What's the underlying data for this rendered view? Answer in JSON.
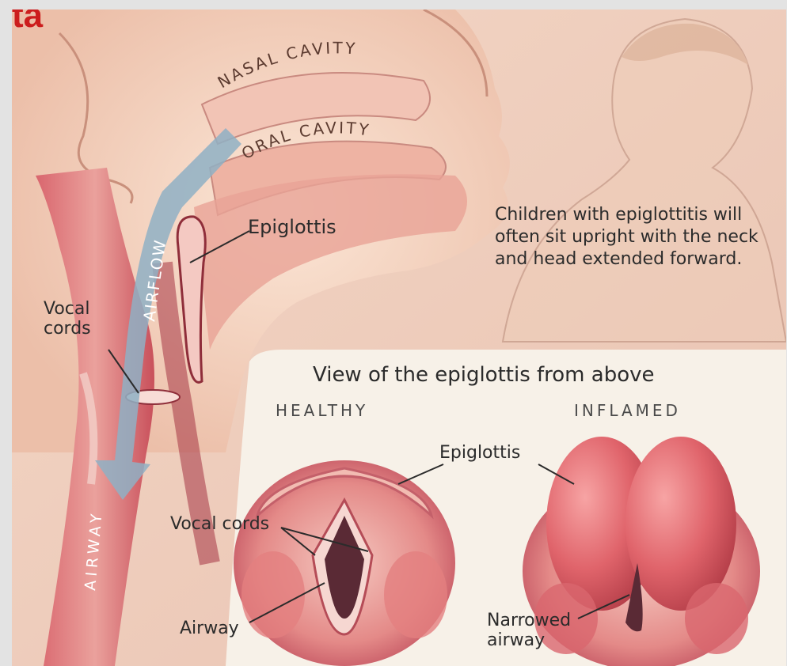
{
  "corner_fragment": "ta",
  "side_view": {
    "nasal_cavity": "NASAL CAVITY",
    "oral_cavity": "ORAL CAVITY",
    "airflow": "AIRFLOW",
    "airway": "AIRWAY",
    "epiglottis": "Epiglottis",
    "vocal_cords": [
      "Vocal",
      "cords"
    ]
  },
  "child_note": [
    "Children with epiglottitis will",
    "often sit upright with the neck",
    "and head extended forward."
  ],
  "top_view": {
    "title": "View of the epiglottis from above",
    "healthy": "HEALTHY",
    "inflamed": "INFLAMED",
    "epiglottis": "Epiglottis",
    "vocal_cords": "Vocal cords",
    "airway": "Airway",
    "narrowed_airway": [
      "Narrowed",
      "airway"
    ]
  },
  "colors": {
    "skin_light": "#f6dccb",
    "skin_mid": "#ecb7a2",
    "tissue": "#d96a72",
    "tissue_dark": "#a8323e",
    "airflow": "#8fb0c4",
    "panel": "#f7f1e8"
  }
}
